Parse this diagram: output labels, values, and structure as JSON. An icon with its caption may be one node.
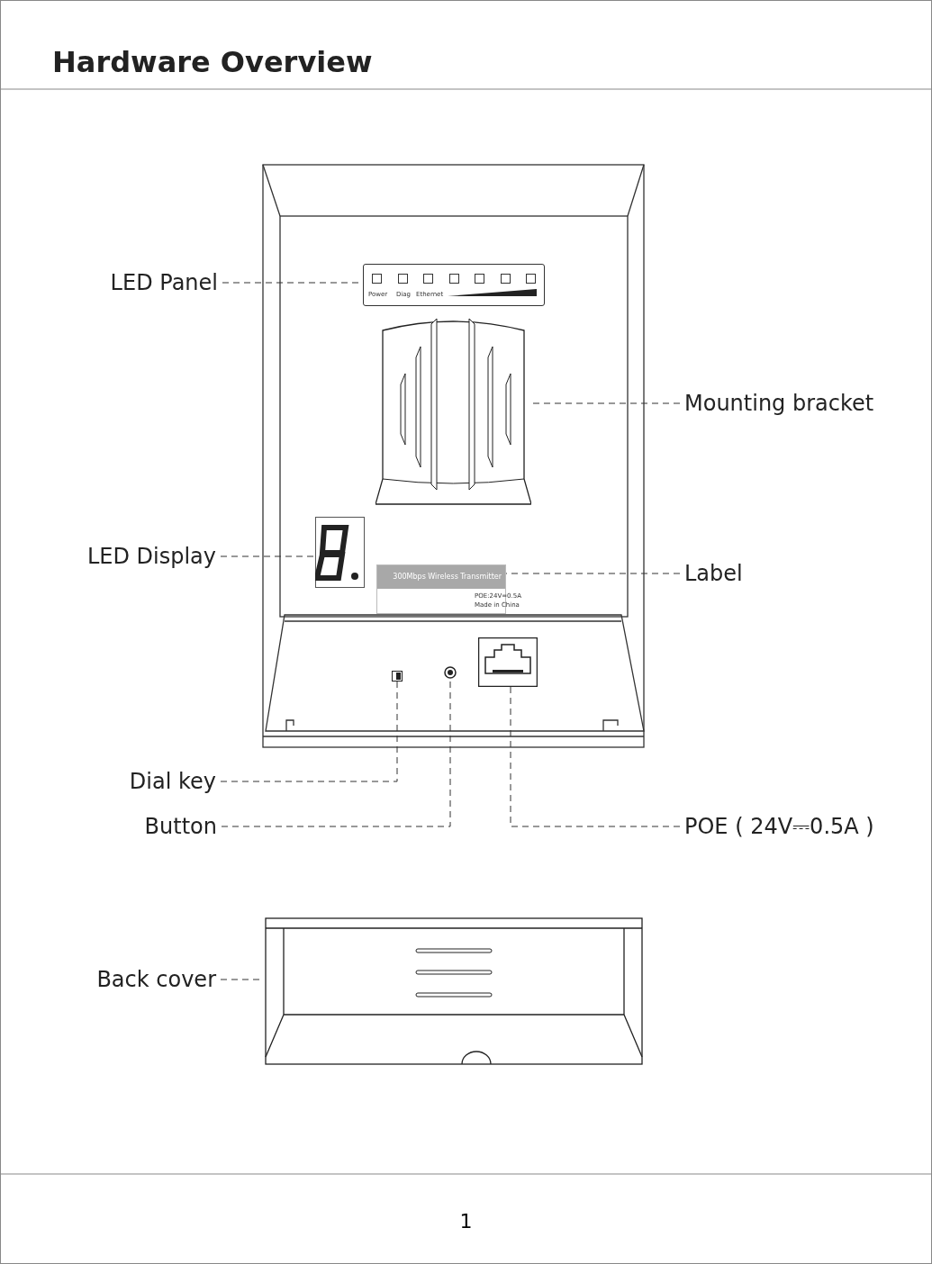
{
  "diagram": {
    "title": "Hardware Overview",
    "nodes": [
      {
        "text": [
          "LED Panel"
        ]
      },
      {
        "text": [
          "Power",
          "Diag",
          "Ethernet"
        ]
      },
      {
        "text": [
          "Mounting bracket"
        ]
      },
      {
        "text": [],
        "shape": "box"
      },
      {
        "text": [
          "LED Display"
        ]
      },
      {
        "text": [],
        "shape": "box"
      },
      {
        "text": [
          "Label"
        ]
      },
      {
        "text": [
          "300Mbps Wireless Transmitter",
          "POE:24V=0.5A",
          "Made in China"
        ]
      },
      {
        "text": [
          "Dial key"
        ]
      },
      {
        "text": [],
        "shape": "box"
      },
      {
        "text": [
          "Button"
        ]
      },
      {
        "text": [],
        "shape": "circle"
      },
      {
        "text": [
          "POE ( 24V⎓0.5A )"
        ]
      },
      {
        "text": [],
        "shape": "box"
      },
      {
        "text": [
          "Back cover"
        ]
      },
      {
        "text": [],
        "shape": "box"
      }
    ],
    "edges": [
      {
        "from": 0,
        "to": 1,
        "arrow": "none",
        "style": "dashed"
      },
      {
        "from": 2,
        "to": 3,
        "arrow": "none",
        "style": "dashed"
      },
      {
        "from": 4,
        "to": 5,
        "arrow": "none",
        "style": "dashed"
      },
      {
        "from": 6,
        "to": 7,
        "arrow": "none",
        "style": "dashed"
      },
      {
        "from": 8,
        "to": 9,
        "arrow": "none",
        "style": "dashed"
      },
      {
        "from": 10,
        "to": 11,
        "arrow": "none",
        "style": "dashed"
      },
      {
        "from": 12,
        "to": 13,
        "arrow": "none",
        "style": "dashed"
      },
      {
        "from": 14,
        "to": 15,
        "arrow": "none",
        "style": "dashed"
      }
    ],
    "labels": [
      "1"
    ]
  }
}
